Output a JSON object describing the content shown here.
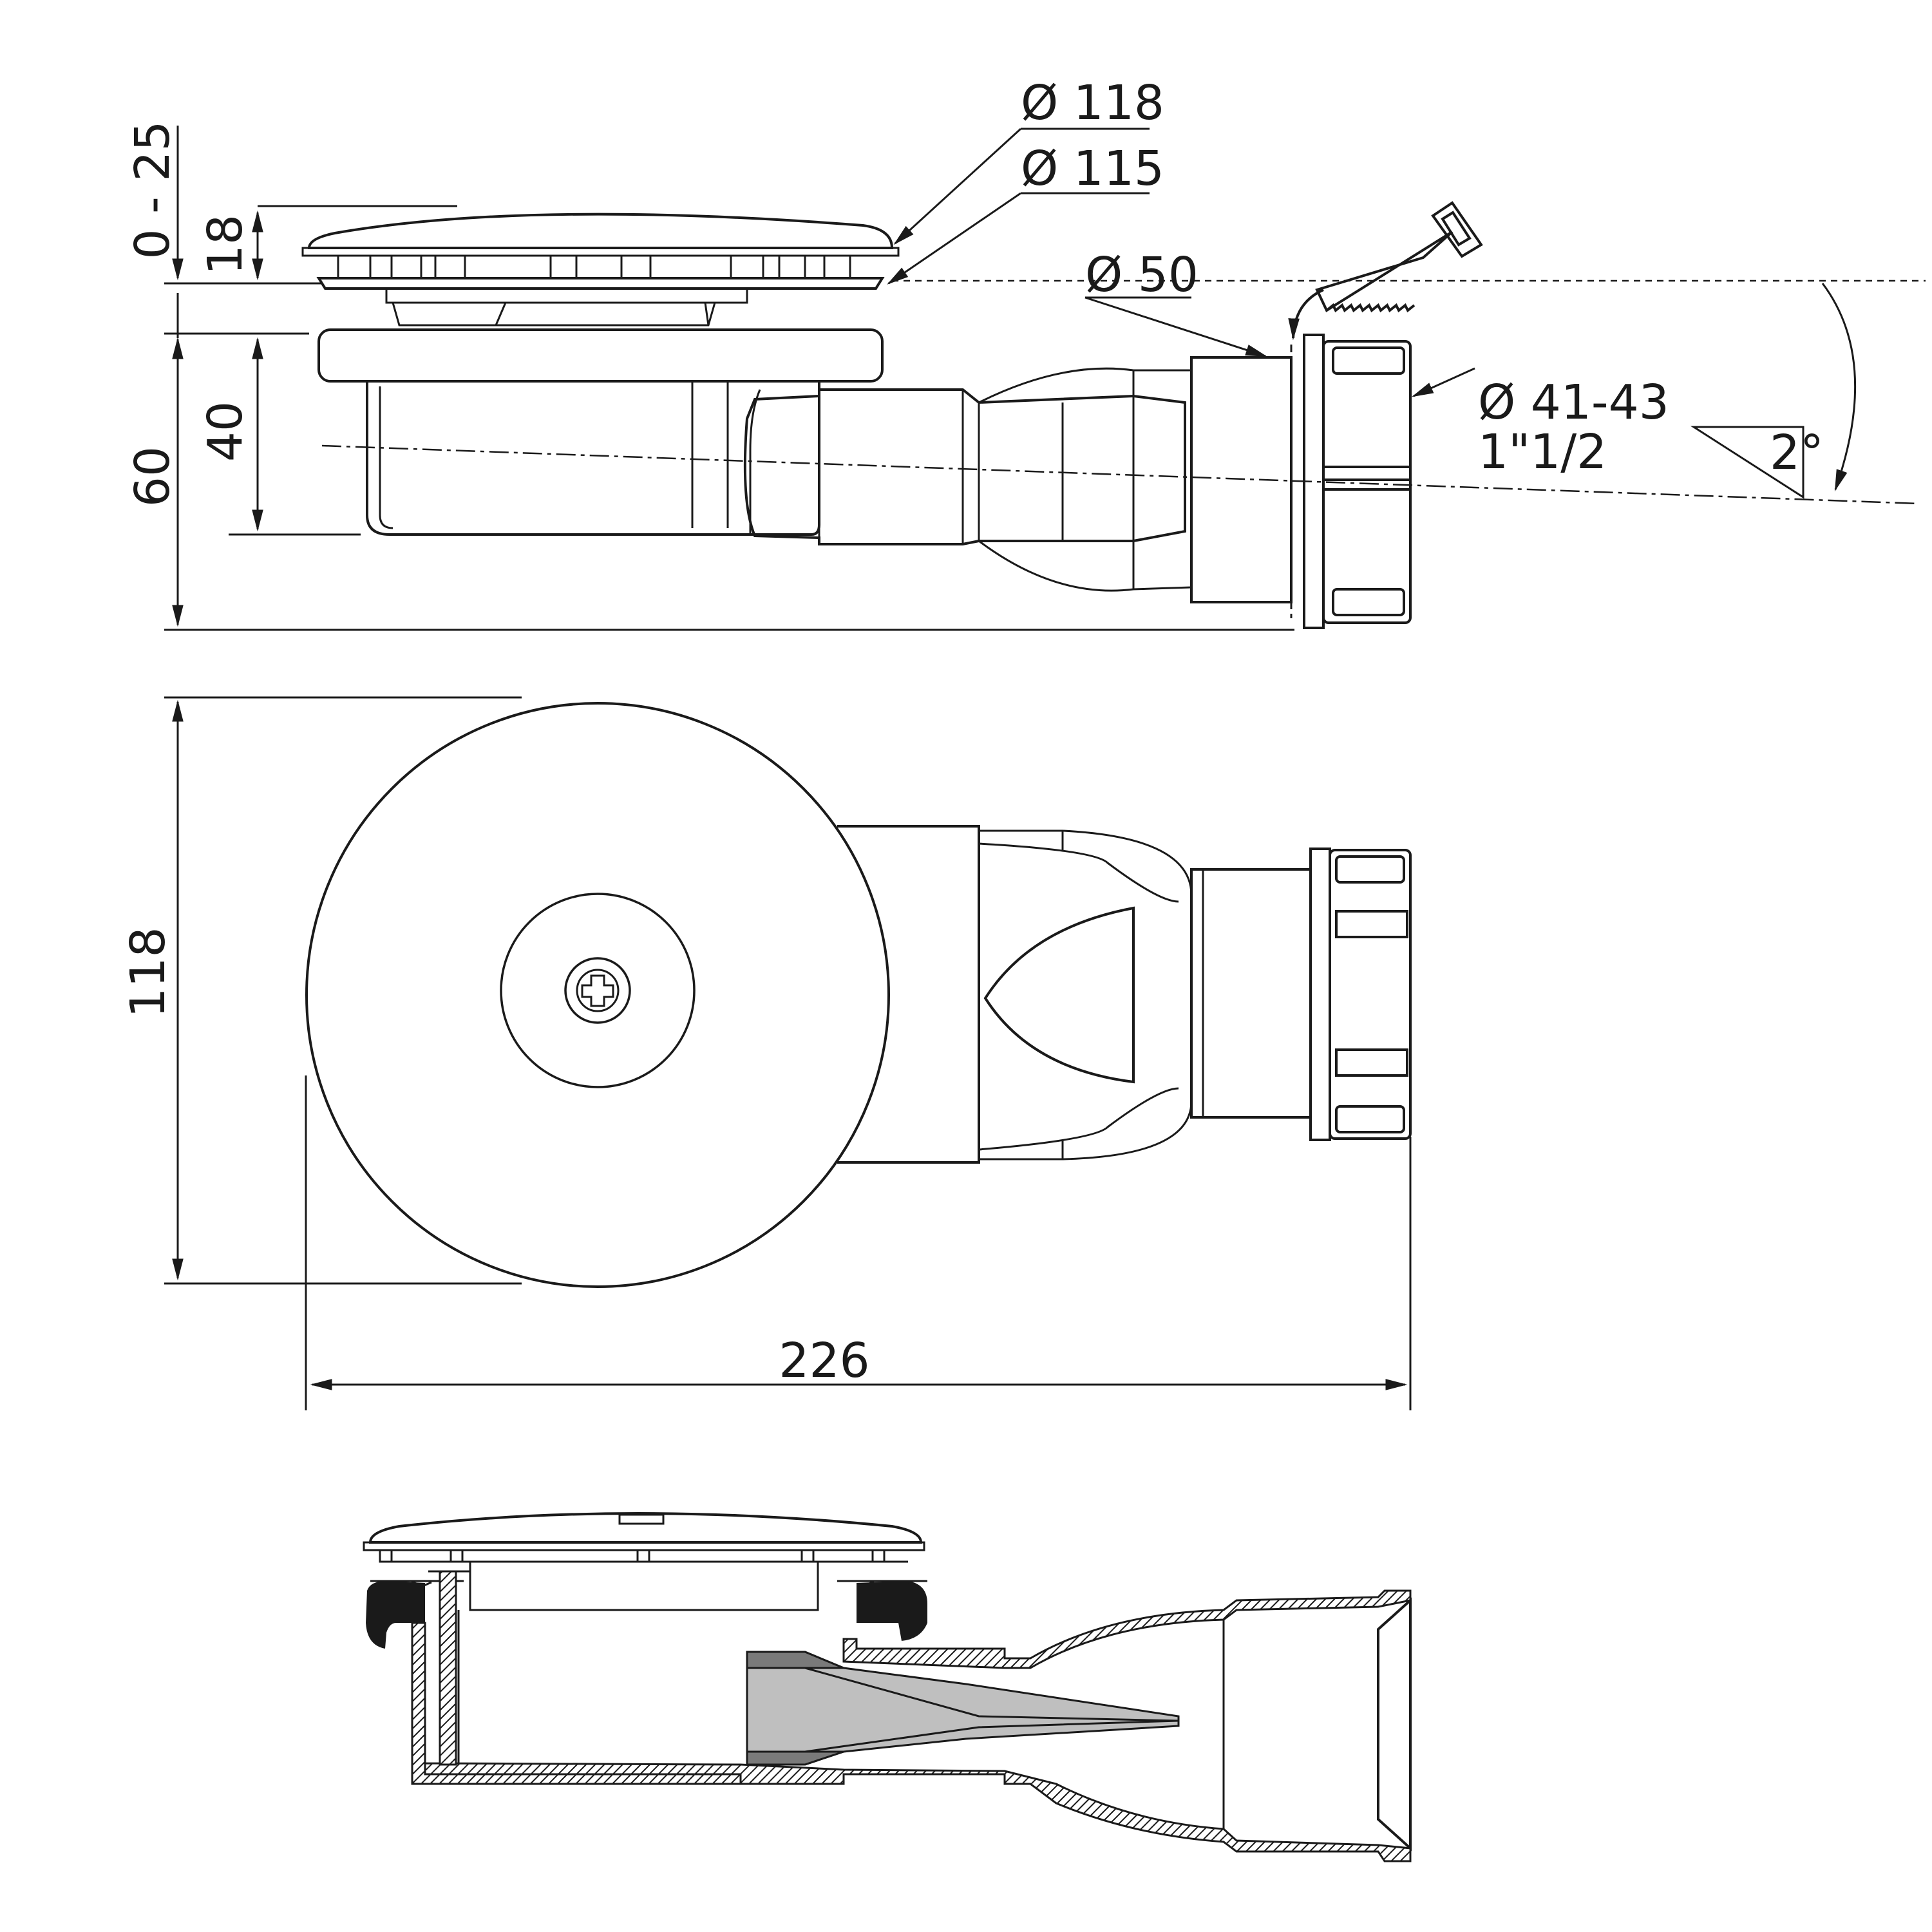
{
  "dimensions": {
    "adjust_range": "0 - 25",
    "cover_height": "18",
    "body_height": "40",
    "total_height": "60",
    "cover_diameter": "Ø 118",
    "flange_diameter": "Ø 115",
    "outlet_diameter": "Ø 50",
    "thread_diameter": "Ø 41-43",
    "thread_inch": "1\"1/2",
    "slope": "2°",
    "top_width": "118",
    "total_length": "226"
  },
  "colors": {
    "line": "#1a1a1a",
    "section_fill": "#7a7a7a",
    "cone_fill": "#bfbfbf"
  },
  "icons": [
    "saw-icon",
    "cut-arrow-icon"
  ]
}
